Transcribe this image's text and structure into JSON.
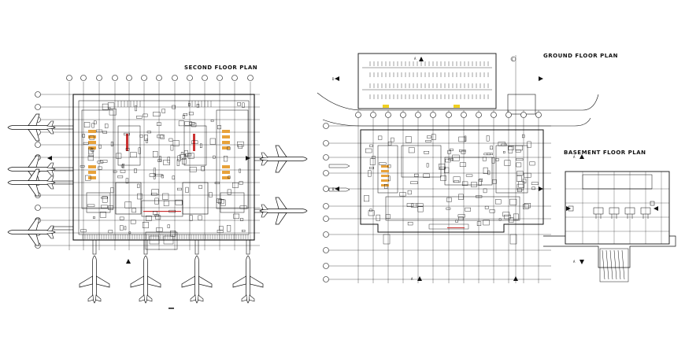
{
  "titles": {
    "second_floor": "SECOND FLOOR PLAN",
    "ground_floor": "GROUND FLOOR PLAN",
    "basement_floor": "BASEMENT FLOOR PLAN"
  },
  "section_markers": {
    "a": "A",
    "b": "B",
    "c": "C",
    "d": "D"
  },
  "colors": {
    "line": "#111111",
    "accent": "#e8a23a",
    "highlight": "#f0d020",
    "red": "#cc3333"
  }
}
